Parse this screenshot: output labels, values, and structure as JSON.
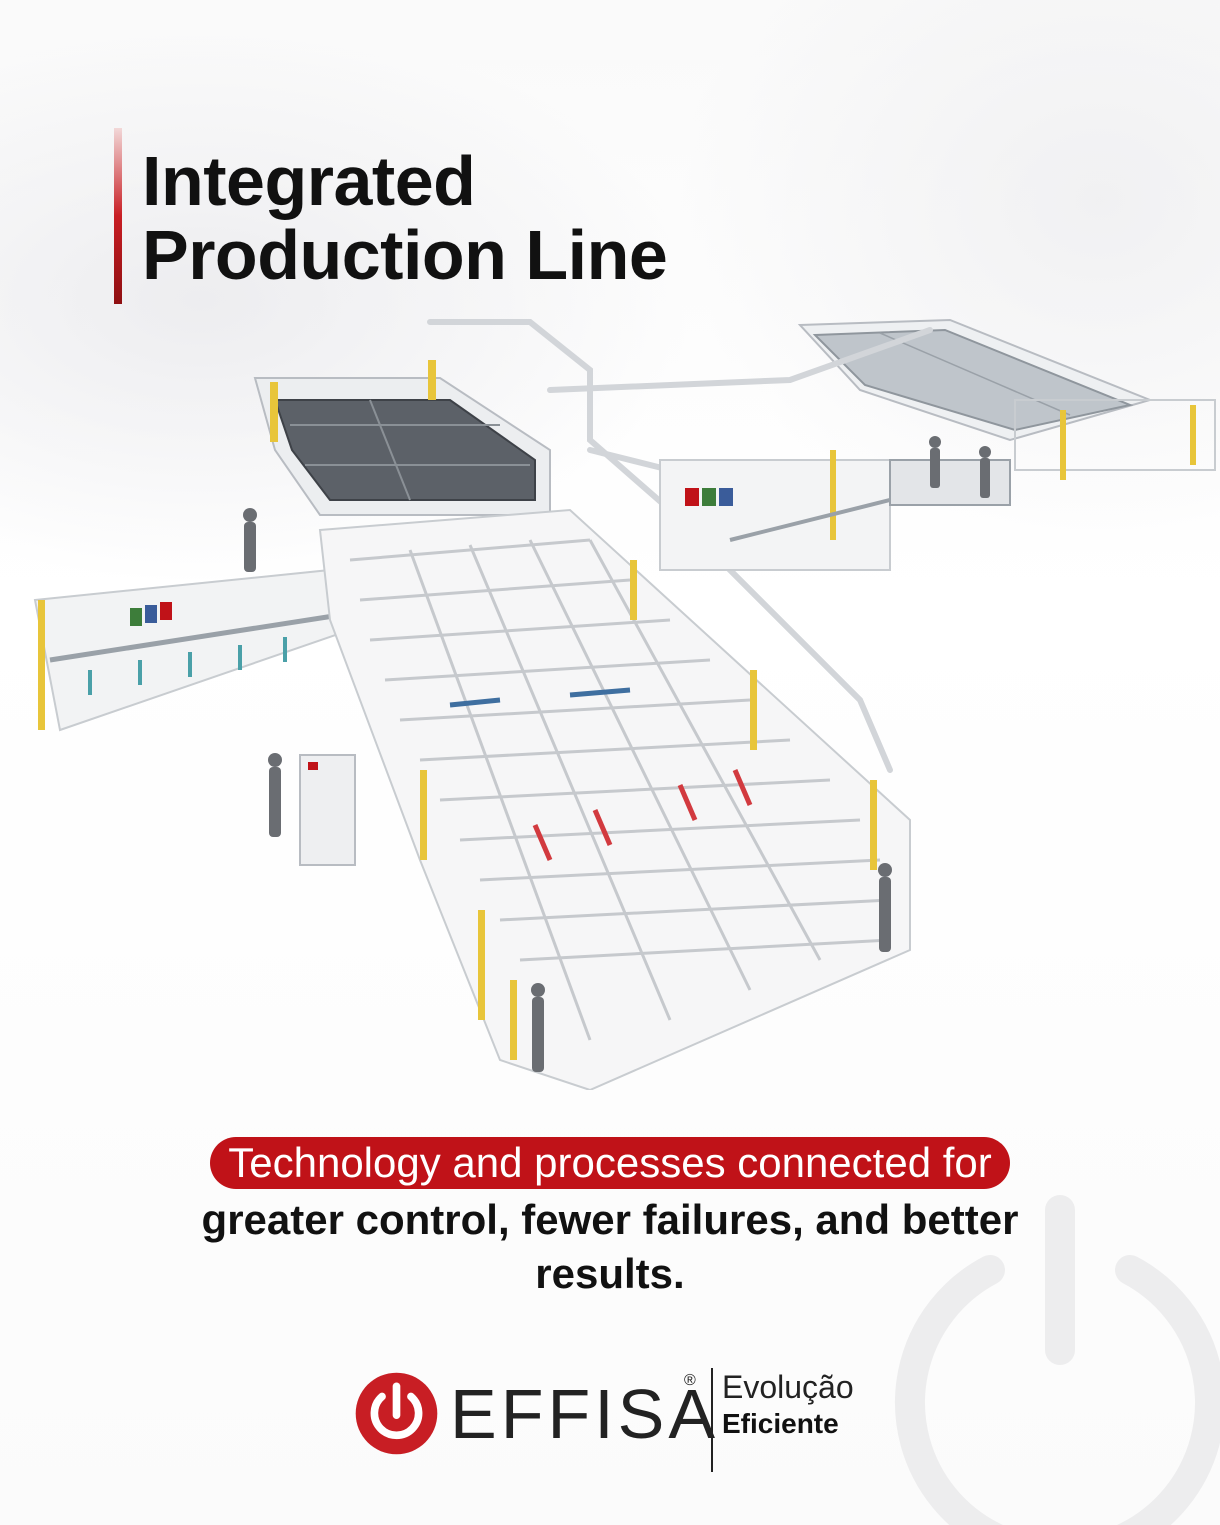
{
  "title": {
    "line1": "Integrated",
    "line2": "Production Line"
  },
  "tagline": {
    "highlight": "Technology and processes connected for",
    "body": "greater control, fewer failures, and better results."
  },
  "logo": {
    "brand": "EFFISA",
    "registered": "®",
    "tagline_line1": "Evolução",
    "tagline_line2": "Eficiente",
    "icon": "power-icon"
  },
  "illustration": {
    "subject": "production-line-icon"
  },
  "colors": {
    "accent": "#c01218",
    "text": "#111111",
    "frame": "#d9d9dc",
    "guard_yellow": "#e8c53a"
  }
}
